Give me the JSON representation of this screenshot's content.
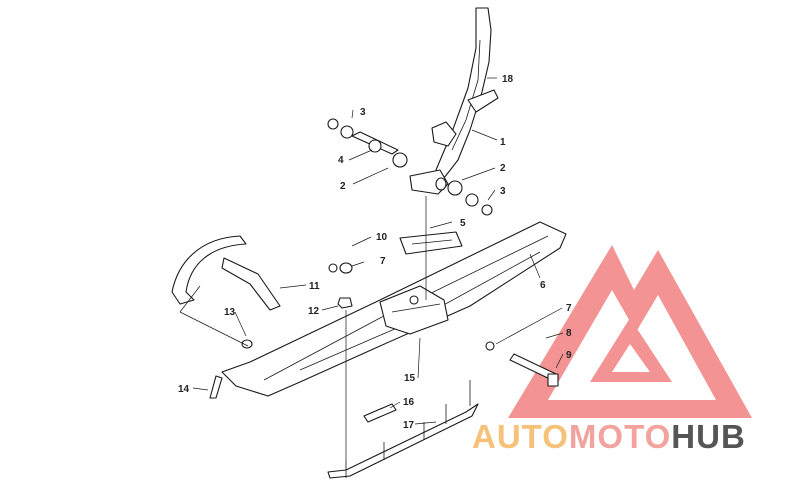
{
  "diagram": {
    "callouts": [
      {
        "id": "1",
        "label": "1"
      },
      {
        "id": "2a",
        "label": "2"
      },
      {
        "id": "2b",
        "label": "2"
      },
      {
        "id": "3a",
        "label": "3"
      },
      {
        "id": "3b",
        "label": "3"
      },
      {
        "id": "4",
        "label": "4"
      },
      {
        "id": "5",
        "label": "5"
      },
      {
        "id": "6",
        "label": "6"
      },
      {
        "id": "7a",
        "label": "7"
      },
      {
        "id": "7b",
        "label": "7"
      },
      {
        "id": "8",
        "label": "8"
      },
      {
        "id": "9",
        "label": "9"
      },
      {
        "id": "10",
        "label": "10"
      },
      {
        "id": "11",
        "label": "11"
      },
      {
        "id": "12",
        "label": "12"
      },
      {
        "id": "13",
        "label": "13"
      },
      {
        "id": "14",
        "label": "14"
      },
      {
        "id": "15",
        "label": "15"
      },
      {
        "id": "16",
        "label": "16"
      },
      {
        "id": "17",
        "label": "17"
      },
      {
        "id": "18",
        "label": "18"
      }
    ]
  },
  "watermark": {
    "auto": "AUTO",
    "moto": "MOTO",
    "hub": "HUB",
    "colors": {
      "auto": "#f6c27a",
      "moto": "#f2a39e",
      "hub": "#555555",
      "logo": "#ee5a5a"
    }
  }
}
